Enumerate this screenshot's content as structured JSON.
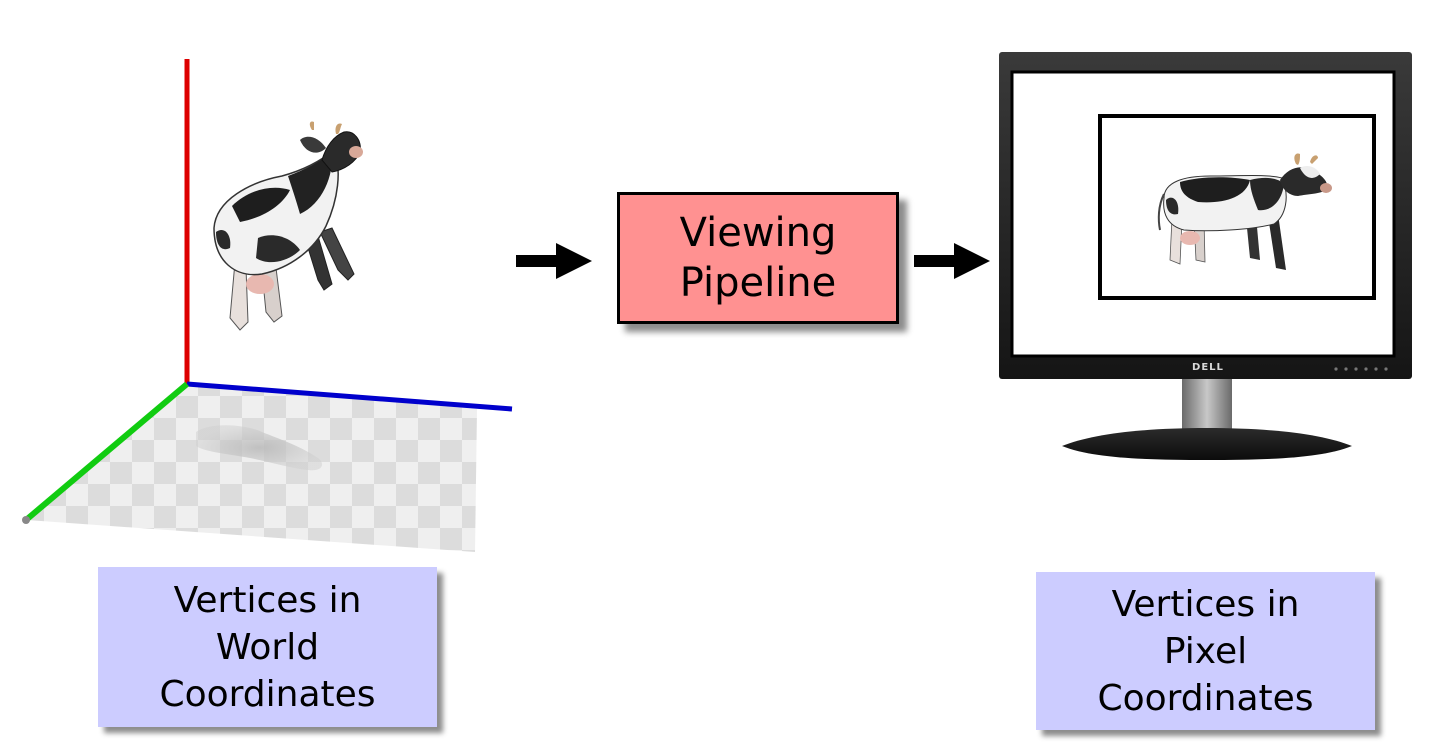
{
  "pipeline": {
    "line1": "Viewing",
    "line2": "Pipeline"
  },
  "world_label": {
    "line1": "Vertices in",
    "line2": "World",
    "line3": "Coordinates"
  },
  "pixel_label": {
    "line1": "Vertices in",
    "line2": "Pixel",
    "line3": "Coordinates"
  },
  "monitor": {
    "brand": "DELL"
  },
  "colors": {
    "axis_y": "#dd0000",
    "axis_z": "#0000cc",
    "axis_x": "#11cc11",
    "pipeline_fill": "#ff9191",
    "label_fill": "#ccccff"
  }
}
